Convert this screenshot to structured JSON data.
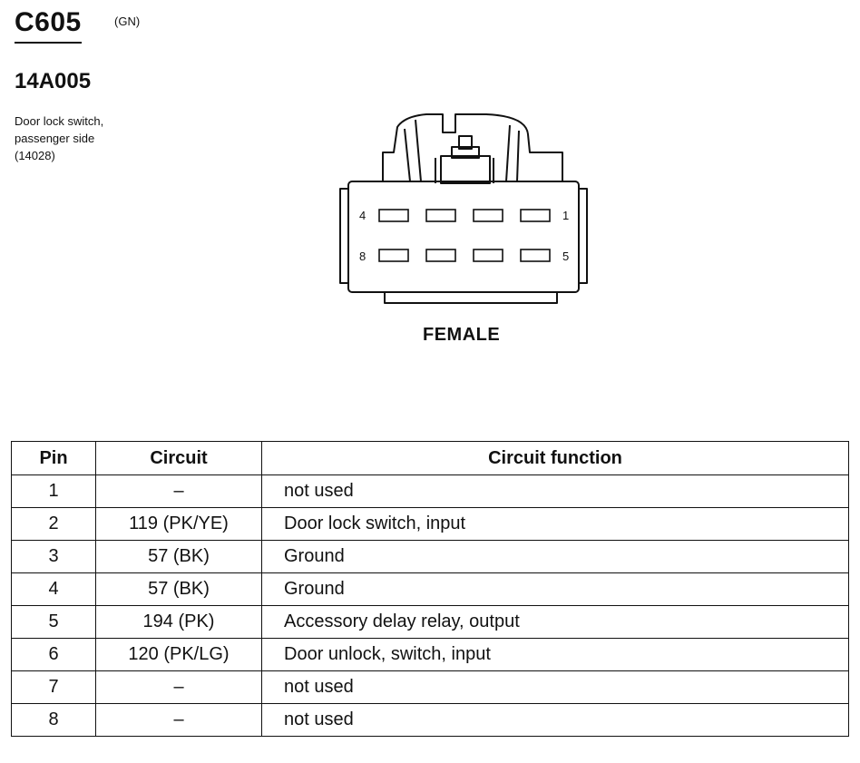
{
  "connector": {
    "id": "C605",
    "color_code": "(GN)",
    "part_number": "14A005",
    "description_lines": [
      "Door lock switch,",
      "passenger side",
      "(14028)"
    ],
    "gender": "FEMALE",
    "pin_labels": {
      "top_left": "4",
      "top_right": "1",
      "bottom_left": "8",
      "bottom_right": "5"
    }
  },
  "table": {
    "headers": {
      "pin": "Pin",
      "circuit": "Circuit",
      "function": "Circuit function"
    },
    "rows": [
      {
        "pin": "1",
        "circuit": "–",
        "function": "not used"
      },
      {
        "pin": "2",
        "circuit": "119 (PK/YE)",
        "function": "Door lock switch, input"
      },
      {
        "pin": "3",
        "circuit": "57 (BK)",
        "function": "Ground"
      },
      {
        "pin": "4",
        "circuit": "57 (BK)",
        "function": "Ground"
      },
      {
        "pin": "5",
        "circuit": "194 (PK)",
        "function": "Accessory delay relay, output"
      },
      {
        "pin": "6",
        "circuit": "120 (PK/LG)",
        "function": "Door unlock, switch, input"
      },
      {
        "pin": "7",
        "circuit": "–",
        "function": "not used"
      },
      {
        "pin": "8",
        "circuit": "–",
        "function": "not used"
      }
    ]
  }
}
